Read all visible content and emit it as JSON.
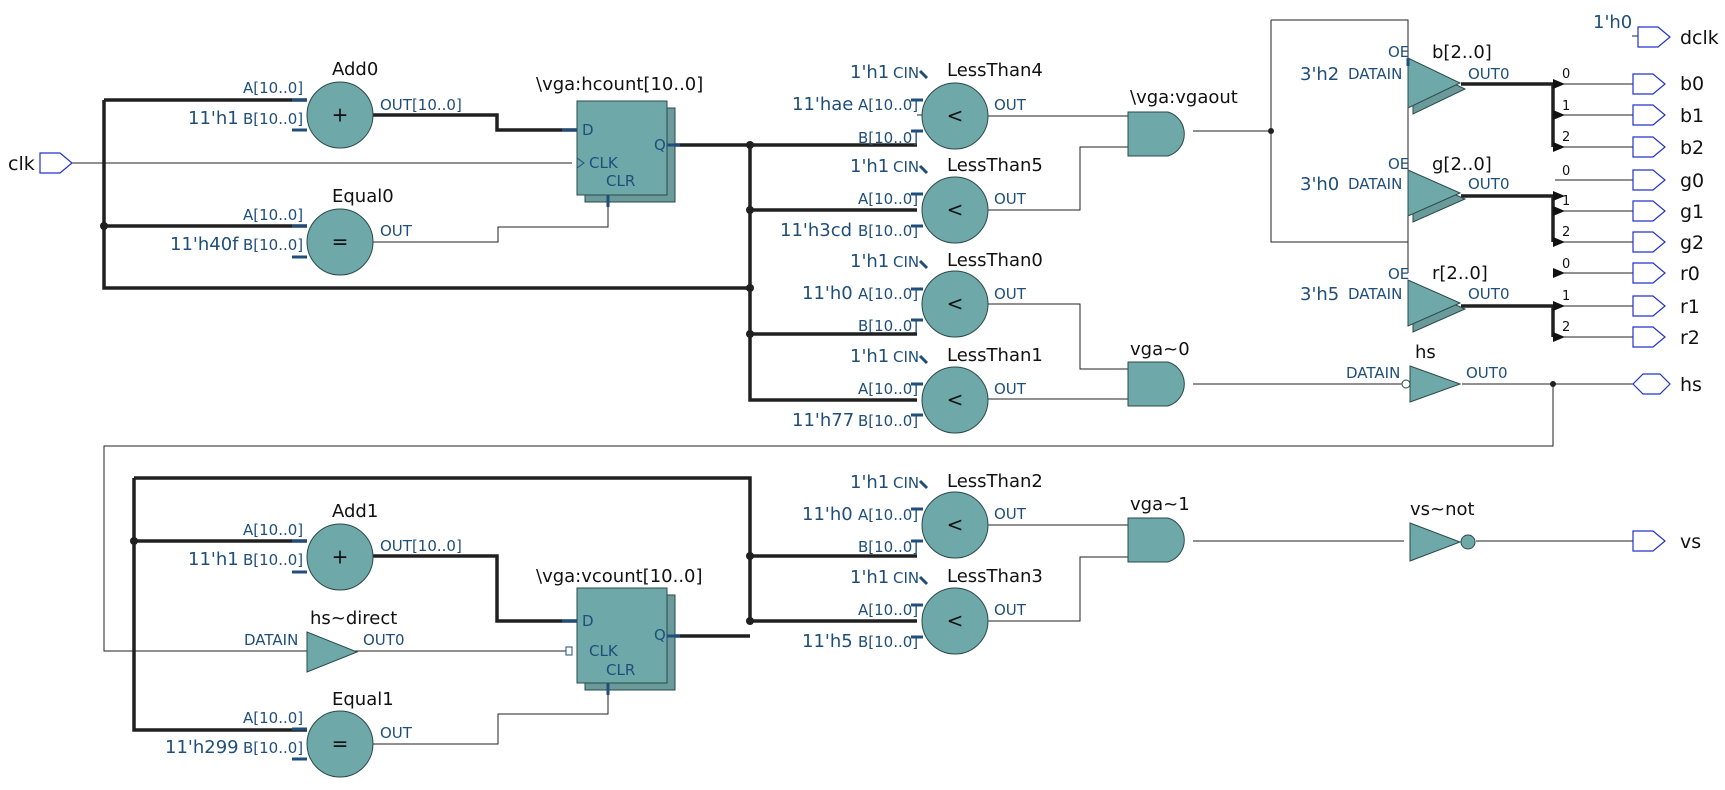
{
  "ports": {
    "clk": "clk",
    "dclk": "dclk",
    "dclk_const": "1'h0",
    "b0": "b0",
    "b1": "b1",
    "b2": "b2",
    "g0": "g0",
    "g1": "g1",
    "g2": "g2",
    "r0": "r0",
    "r1": "r1",
    "r2": "r2",
    "hs": "hs",
    "vs": "vs"
  },
  "pins": {
    "a_bus": "A[10..0]",
    "b_bus": "B[10..0]",
    "out_bus": "OUT[10..0]",
    "out": "OUT",
    "cin": "CIN",
    "d": "D",
    "clk": "CLK",
    "clr": "CLR",
    "q": "Q",
    "oe": "OE",
    "datain": "DATAIN",
    "out0": "OUT0"
  },
  "symbols": {
    "plus": "+",
    "equal": "=",
    "less": "<"
  },
  "bits": {
    "b0": "0",
    "b1": "1",
    "b2": "2"
  },
  "blocks": {
    "add0": {
      "name": "Add0",
      "b_const": "11'h1"
    },
    "equal0": {
      "name": "Equal0",
      "b_const": "11'h40f"
    },
    "hcount": {
      "name": "\\vga:hcount[10..0]"
    },
    "lt4": {
      "name": "LessThan4",
      "cin": "1'h1",
      "a_const": "11'hae"
    },
    "lt5": {
      "name": "LessThan5",
      "cin": "1'h1",
      "b_const": "11'h3cd"
    },
    "lt0": {
      "name": "LessThan0",
      "cin": "1'h1",
      "a_const": "11'h0"
    },
    "lt1": {
      "name": "LessThan1",
      "cin": "1'h1",
      "b_const": "11'h77"
    },
    "vgaout": {
      "name": "\\vga:vgaout"
    },
    "vga0": {
      "name": "vga~0"
    },
    "buf_b": {
      "name": "b[2..0]",
      "const": "3'h2"
    },
    "buf_g": {
      "name": "g[2..0]",
      "const": "3'h0"
    },
    "buf_r": {
      "name": "r[2..0]",
      "const": "3'h5"
    },
    "hs_buf": {
      "name": "hs"
    },
    "add1": {
      "name": "Add1",
      "b_const": "11'h1"
    },
    "hsdirect": {
      "name": "hs~direct"
    },
    "equal1": {
      "name": "Equal1",
      "b_const": "11'h299"
    },
    "vcount": {
      "name": "\\vga:vcount[10..0]"
    },
    "lt2": {
      "name": "LessThan2",
      "cin": "1'h1",
      "a_const": "11'h0"
    },
    "lt3": {
      "name": "LessThan3",
      "cin": "1'h1",
      "b_const": "11'h5"
    },
    "vga1": {
      "name": "vga~1"
    },
    "vsnot": {
      "name": "vs~not"
    }
  },
  "colors": {
    "block_fill": "#6fa8a8",
    "pin_blue": "#1f4e7a",
    "port_outline": "#2233cc",
    "wire": "#202020"
  }
}
